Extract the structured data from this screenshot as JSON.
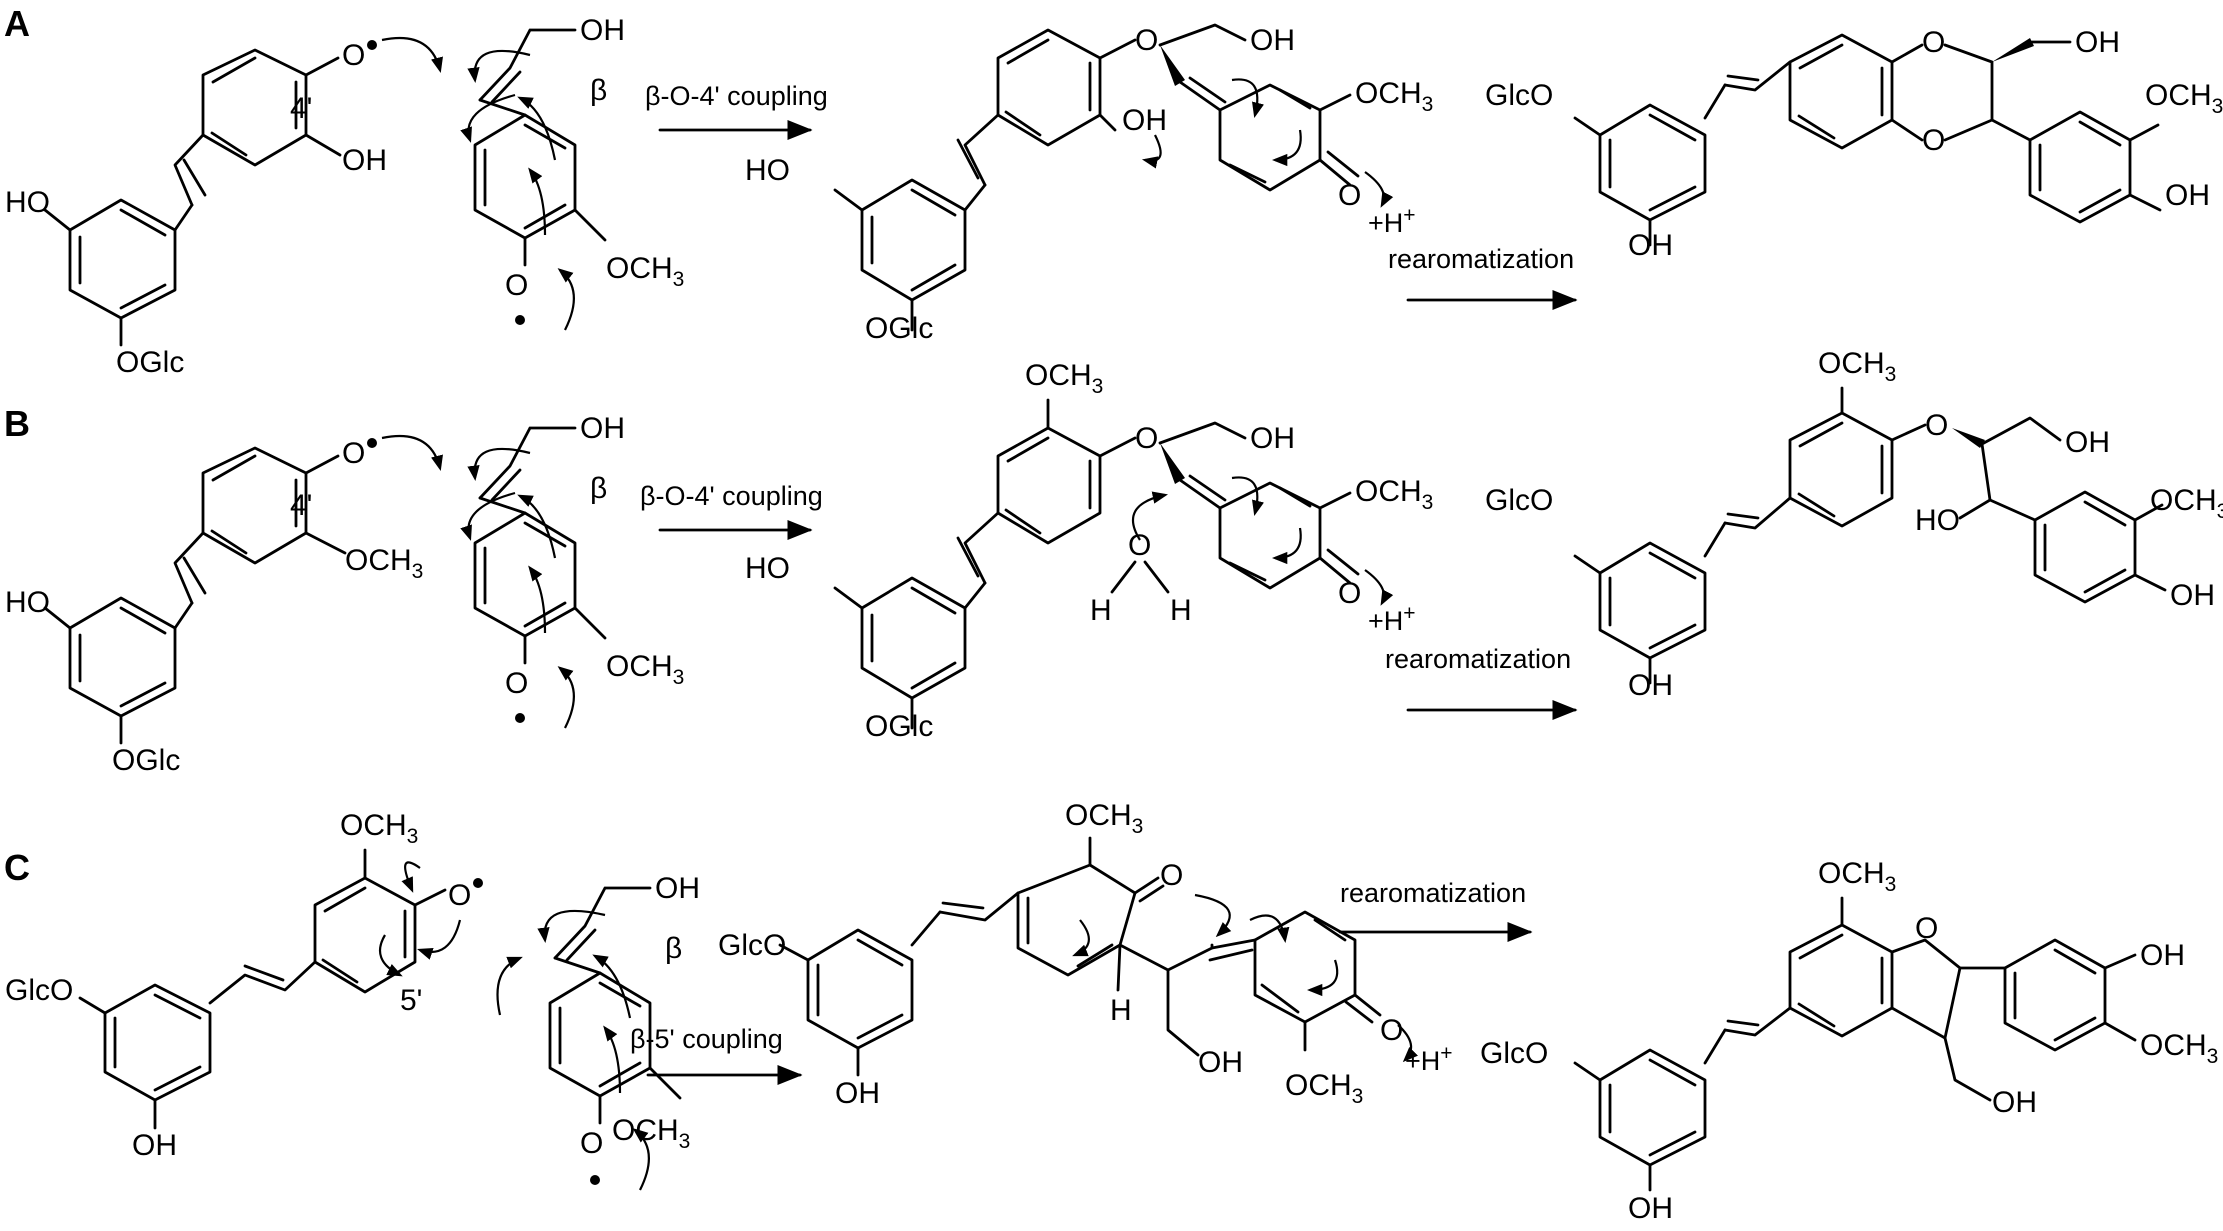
{
  "panels": {
    "a": {
      "letter": "A",
      "arrow1": "β-O-4' coupling",
      "arrow2": "rearomatization",
      "proton": "+H"
    },
    "b": {
      "letter": "B",
      "arrow1": "β-O-4' coupling",
      "arrow2": "rearomatization",
      "proton": "+H"
    },
    "c": {
      "letter": "C",
      "arrow1": "β-5' coupling",
      "arrow2": "rearomatization",
      "proton": "+H"
    }
  },
  "labels": {
    "oh": "OH",
    "ho": "HO",
    "o": "O",
    "h": "H",
    "och": "OCH",
    "three": "3",
    "oglc": "OGlc",
    "glco": "GlcO",
    "beta": "β",
    "pos4": "4'",
    "pos5": "5'",
    "plus": "+"
  },
  "icons": {
    "radical": "radical-dot-icon",
    "electron_push": "curly-arrow-icon",
    "reaction": "reaction-arrow-icon"
  }
}
